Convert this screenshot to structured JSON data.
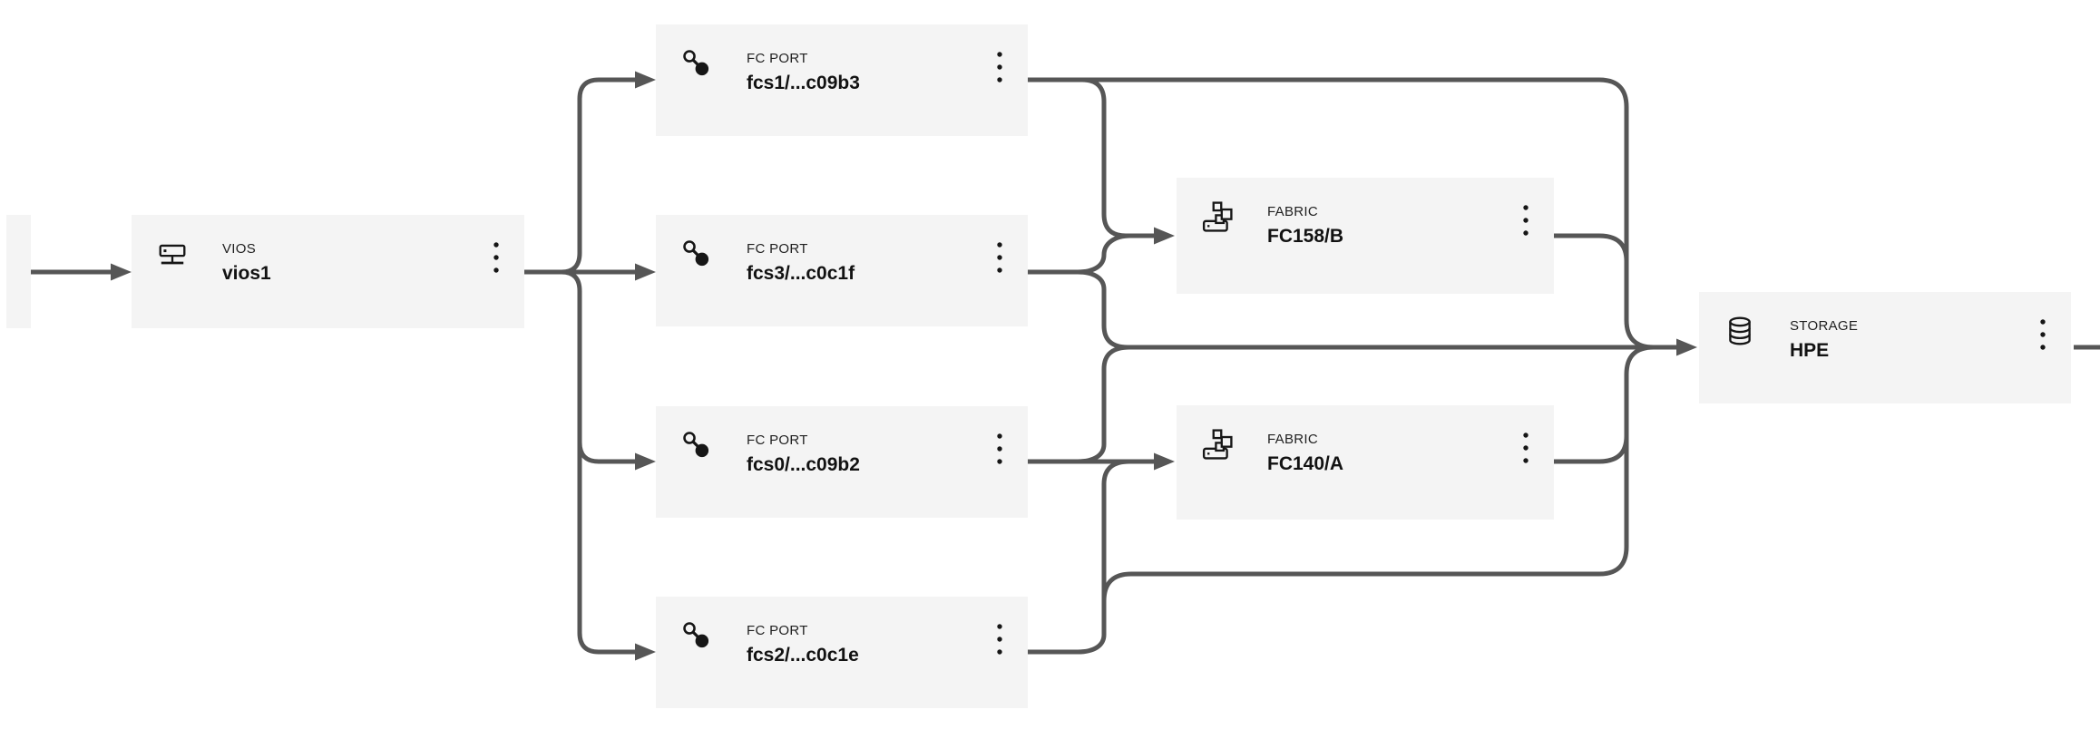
{
  "diagram": {
    "title": "storage-connectivity-topology",
    "colors": {
      "canvas_bg": "#ffffff",
      "node_bg": "#f4f4f4",
      "edge": "#565656",
      "type_text": "#1f1f1f",
      "name_text": "#121212",
      "icon": "#161616"
    },
    "nodes": {
      "vios": {
        "type": "VIOS",
        "name": "vios1",
        "icon": "server-icon"
      },
      "fcs1": {
        "type": "FC PORT",
        "name": "fcs1/...c09b3",
        "icon": "port-key-icon"
      },
      "fcs3": {
        "type": "FC PORT",
        "name": "fcs3/...c0c1f",
        "icon": "port-key-icon"
      },
      "fcs0": {
        "type": "FC PORT",
        "name": "fcs0/...c09b2",
        "icon": "port-key-icon"
      },
      "fcs2": {
        "type": "FC PORT",
        "name": "fcs2/...c0c1e",
        "icon": "port-key-icon"
      },
      "fabric_b": {
        "type": "FABRIC",
        "name": "FC158/B",
        "icon": "fabric-network-icon"
      },
      "fabric_a": {
        "type": "FABRIC",
        "name": "FC140/A",
        "icon": "fabric-network-icon"
      },
      "storage": {
        "type": "STORAGE",
        "name": "HPE",
        "icon": "database-icon"
      }
    },
    "connections": [
      {
        "from": "offscreen-left",
        "to": "vios1"
      },
      {
        "from": "vios1",
        "to": "fcs1/...c09b3"
      },
      {
        "from": "vios1",
        "to": "fcs3/...c0c1f"
      },
      {
        "from": "vios1",
        "to": "fcs0/...c09b2"
      },
      {
        "from": "vios1",
        "to": "fcs2/...c0c1e"
      },
      {
        "from": "fcs1/...c09b3",
        "to": "FC158/B"
      },
      {
        "from": "fcs3/...c0c1f",
        "to": "FC158/B"
      },
      {
        "from": "fcs0/...c09b2",
        "to": "FC140/A"
      },
      {
        "from": "fcs2/...c0c1e",
        "to": "FC140/A"
      },
      {
        "from": "fcs1/...c09b3",
        "to": "HPE"
      },
      {
        "from": "fcs3/...c0c1f",
        "to": "HPE"
      },
      {
        "from": "fcs0/...c09b2",
        "to": "HPE"
      },
      {
        "from": "fcs2/...c0c1e",
        "to": "HPE"
      },
      {
        "from": "FC158/B",
        "to": "HPE"
      },
      {
        "from": "FC140/A",
        "to": "HPE"
      },
      {
        "from": "HPE",
        "to": "offscreen-right"
      }
    ]
  }
}
